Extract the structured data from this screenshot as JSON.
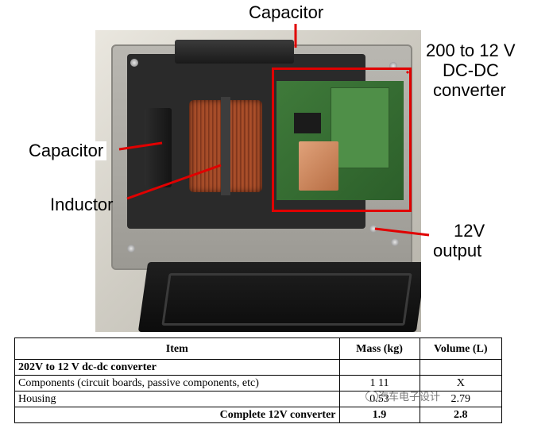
{
  "labels": {
    "capacitor_top": "Capacitor",
    "converter_line1": "200 to 12 V",
    "converter_line2": "DC-DC",
    "converter_line3": "converter",
    "capacitor_left": "Capacitor",
    "inductor": "Inductor",
    "output_line1": "12V",
    "output_line2": "output"
  },
  "colors": {
    "highlight": "#e00000",
    "arrow": "#e00000"
  },
  "table": {
    "headers": [
      "Item",
      "Mass (kg)",
      "Volume (L)"
    ],
    "section_title": "202V to 12 V dc-dc converter",
    "rows": [
      {
        "item": "Components (circuit boards, passive components, etc)",
        "mass": "1 11",
        "volume": "X"
      },
      {
        "item": "Housing",
        "mass": "0.53",
        "volume": "2.79"
      }
    ],
    "total": {
      "item": "Complete 12V converter",
      "mass": "1.9",
      "volume": "2.8"
    }
  },
  "watermark": {
    "icon": "wechat-icon",
    "text": "汽车电子设计"
  }
}
